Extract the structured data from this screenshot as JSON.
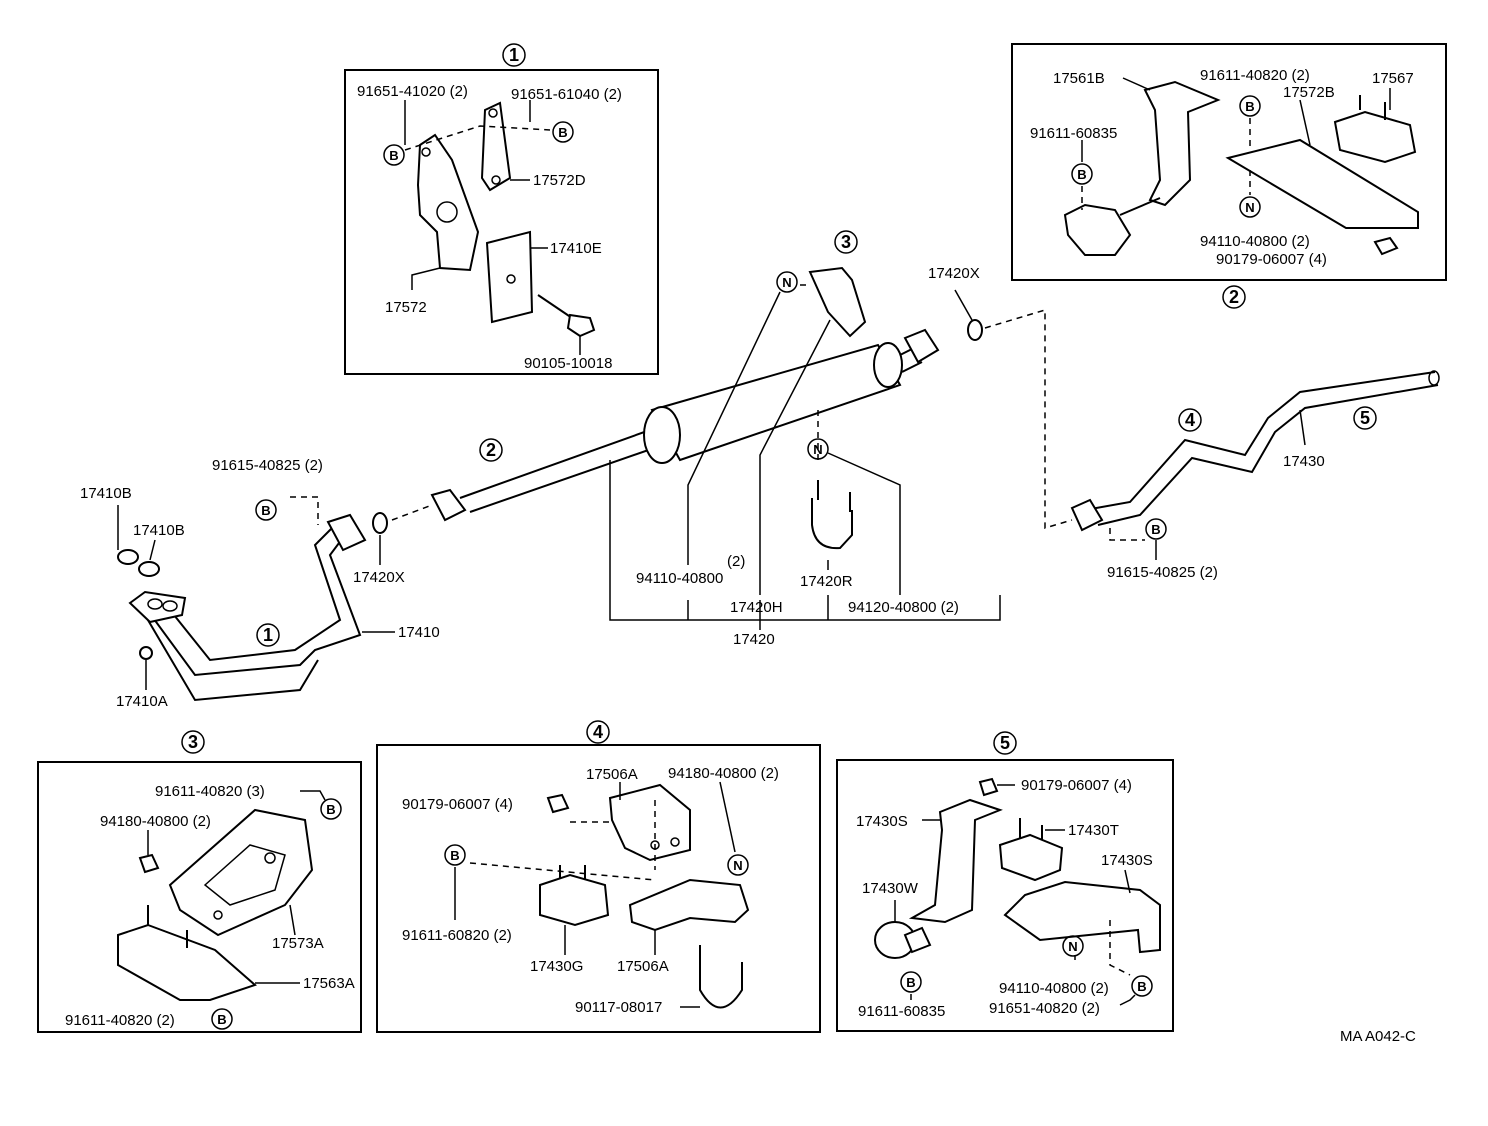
{
  "callouts": {
    "c1": "1",
    "c2": "2",
    "c3": "3",
    "c4": "4",
    "c5": "5",
    "bolt": "B",
    "nut": "N"
  },
  "labels": {
    "d1_91651_41020": "91651-41020 (2)",
    "d1_91651_61040": "91651-61040 (2)",
    "d1_17572D": "17572D",
    "d1_17410E": "17410E",
    "d1_17572": "17572",
    "d1_90105": "90105-10018",
    "d2_17561B": "17561B",
    "d2_91611_40820": "91611-40820 (2)",
    "d2_17567": "17567",
    "d2_17572B": "17572B",
    "d2_91611_60835": "91611-60835",
    "d2_94110": "94110-40800 (2)",
    "d2_90179": "90179-06007 (4)",
    "m_17420X_top": "17420X",
    "m_17410B_1": "17410B",
    "m_17410B_2": "17410B",
    "m_91615_left": "91615-40825 (2)",
    "m_17420X_left": "17420X",
    "m_17410": "17410",
    "m_17410A": "17410A",
    "m_94110_qty": "(2)",
    "m_94110": "94110-40800",
    "m_17420H": "17420H",
    "m_17420R": "17420R",
    "m_94120": "94120-40800 (2)",
    "m_17420": "17420",
    "m_17430": "17430",
    "m_91615_right": "91615-40825 (2)",
    "d3_91611_top": "91611-40820 (3)",
    "d3_94180": "94180-40800 (2)",
    "d3_17573A": "17573A",
    "d3_17563A": "17563A",
    "d3_91611_bot": "91611-40820 (2)",
    "d4_17506A_top": "17506A",
    "d4_94180": "94180-40800 (2)",
    "d4_90179": "90179-06007 (4)",
    "d4_91611": "91611-60820 (2)",
    "d4_17430G": "17430G",
    "d4_17506A_bot": "17506A",
    "d4_90117": "90117-08017",
    "d5_90179": "90179-06007 (4)",
    "d5_17430S_left": "17430S",
    "d5_17430T": "17430T",
    "d5_17430S_right": "17430S",
    "d5_17430W": "17430W",
    "d5_94110": "94110-40800 (2)",
    "d5_91611": "91611-60835",
    "d5_91651": "91651-40820 (2)",
    "figure_code": "MA A042-C"
  }
}
